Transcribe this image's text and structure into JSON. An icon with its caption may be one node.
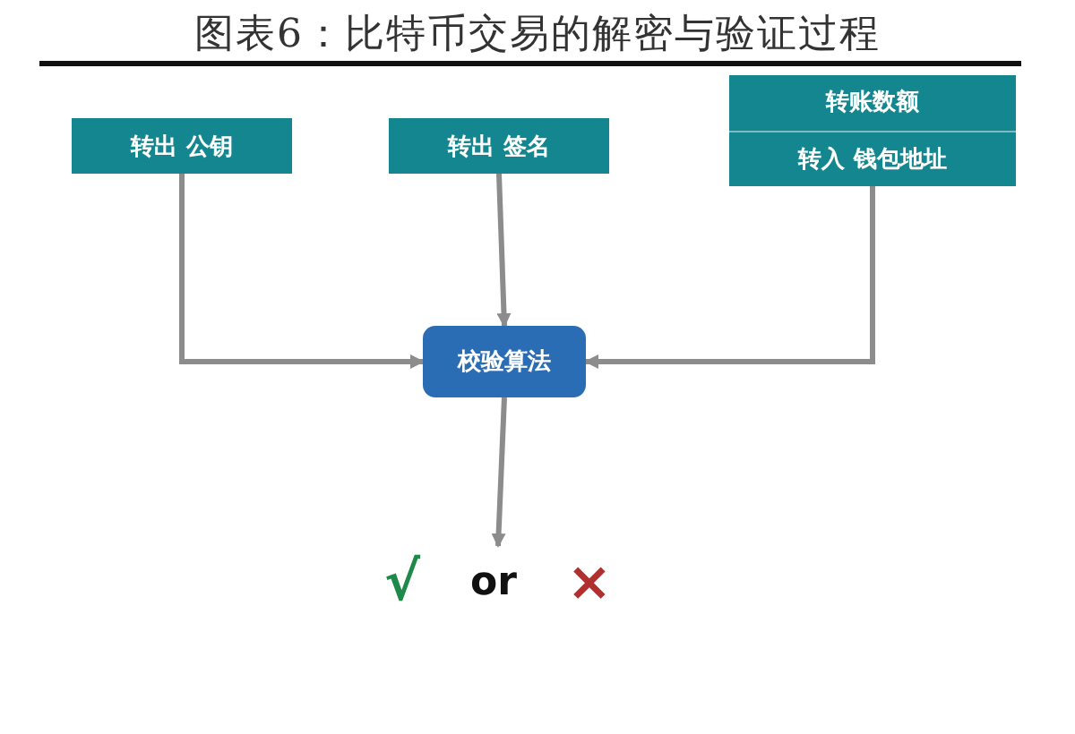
{
  "diagram": {
    "title": "图表6：比特币交易的解密与验证过程",
    "nodes": [
      {
        "text": [
          "转出 公钥"
        ]
      },
      {
        "text": [
          "转出 签名"
        ]
      },
      {
        "text": [
          "转账数额",
          "转入 钱包地址"
        ]
      },
      {
        "text": [
          "校验算法"
        ]
      },
      {
        "text": [
          "√",
          "or",
          "×"
        ]
      }
    ],
    "edges": [
      {
        "from": 0,
        "to": 3,
        "arrow": "to"
      },
      {
        "from": 1,
        "to": 3,
        "arrow": "to"
      },
      {
        "from": 2,
        "to": 3,
        "arrow": "to"
      },
      {
        "from": 3,
        "to": 4,
        "arrow": "to"
      }
    ]
  }
}
